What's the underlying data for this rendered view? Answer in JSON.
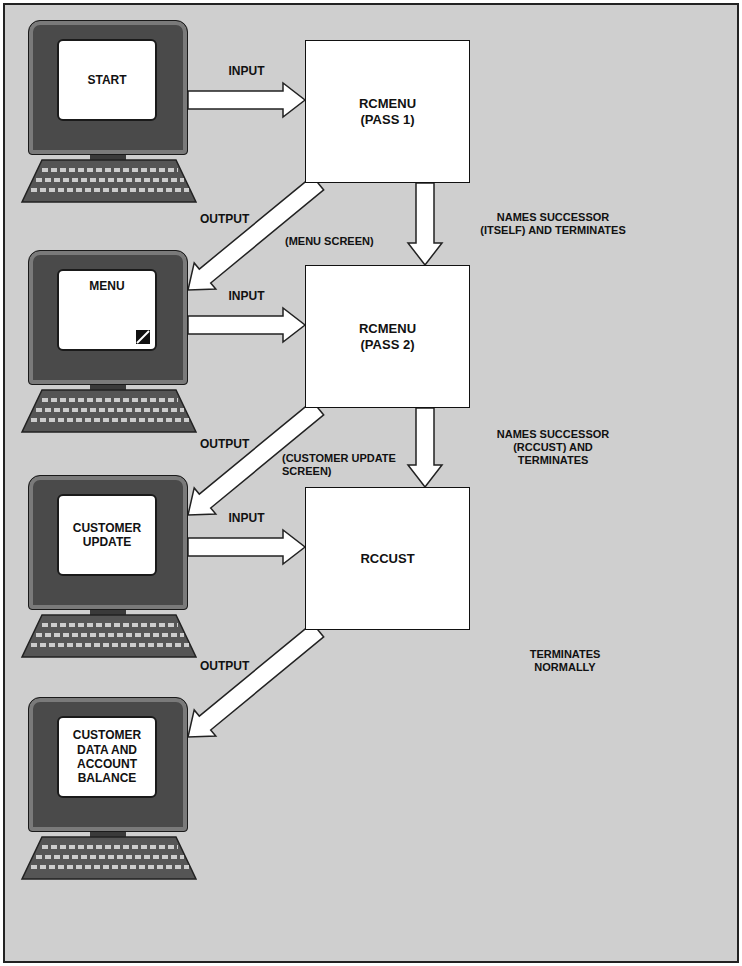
{
  "diagram": {
    "nodes": [
      {
        "text": [
          "START"
        ]
      },
      {
        "text": [
          "RCMENU (PASS 1)"
        ]
      },
      {
        "text": [
          "MENU"
        ]
      },
      {
        "text": [
          "RCMENU (PASS 2)"
        ]
      },
      {
        "text": [
          "CUSTOMER UPDATE"
        ]
      },
      {
        "text": [
          "RCCUST"
        ]
      },
      {
        "text": [
          "CUSTOMER DATA AND ACCOUNT BALANCE"
        ]
      }
    ],
    "edges": [
      {
        "from": 0,
        "to": 1,
        "label": "INPUT",
        "arrow": "to"
      },
      {
        "from": 1,
        "to": 2,
        "label": "OUTPUT",
        "arrow": "to"
      },
      {
        "from": 1,
        "to": 3,
        "label": "NAMES SUCCESSOR (ITSELF) AND TERMINATES",
        "arrow": "to"
      },
      {
        "from": 2,
        "to": 3,
        "label": "INPUT",
        "arrow": "to"
      },
      {
        "from": 3,
        "to": 4,
        "label": "OUTPUT",
        "arrow": "to"
      },
      {
        "from": 3,
        "to": 5,
        "label": "NAMES SUCCESSOR (RCCUST) AND TERMINATES",
        "arrow": "to"
      },
      {
        "from": 4,
        "to": 5,
        "label": "INPUT",
        "arrow": "to"
      },
      {
        "from": 5,
        "to": 6,
        "label": "OUTPUT",
        "arrow": "to"
      }
    ],
    "labels": [
      "(MENU SCREEN)",
      "(CUSTOMER UPDATE SCREEN)",
      "TERMINATES NORMALLY"
    ]
  }
}
